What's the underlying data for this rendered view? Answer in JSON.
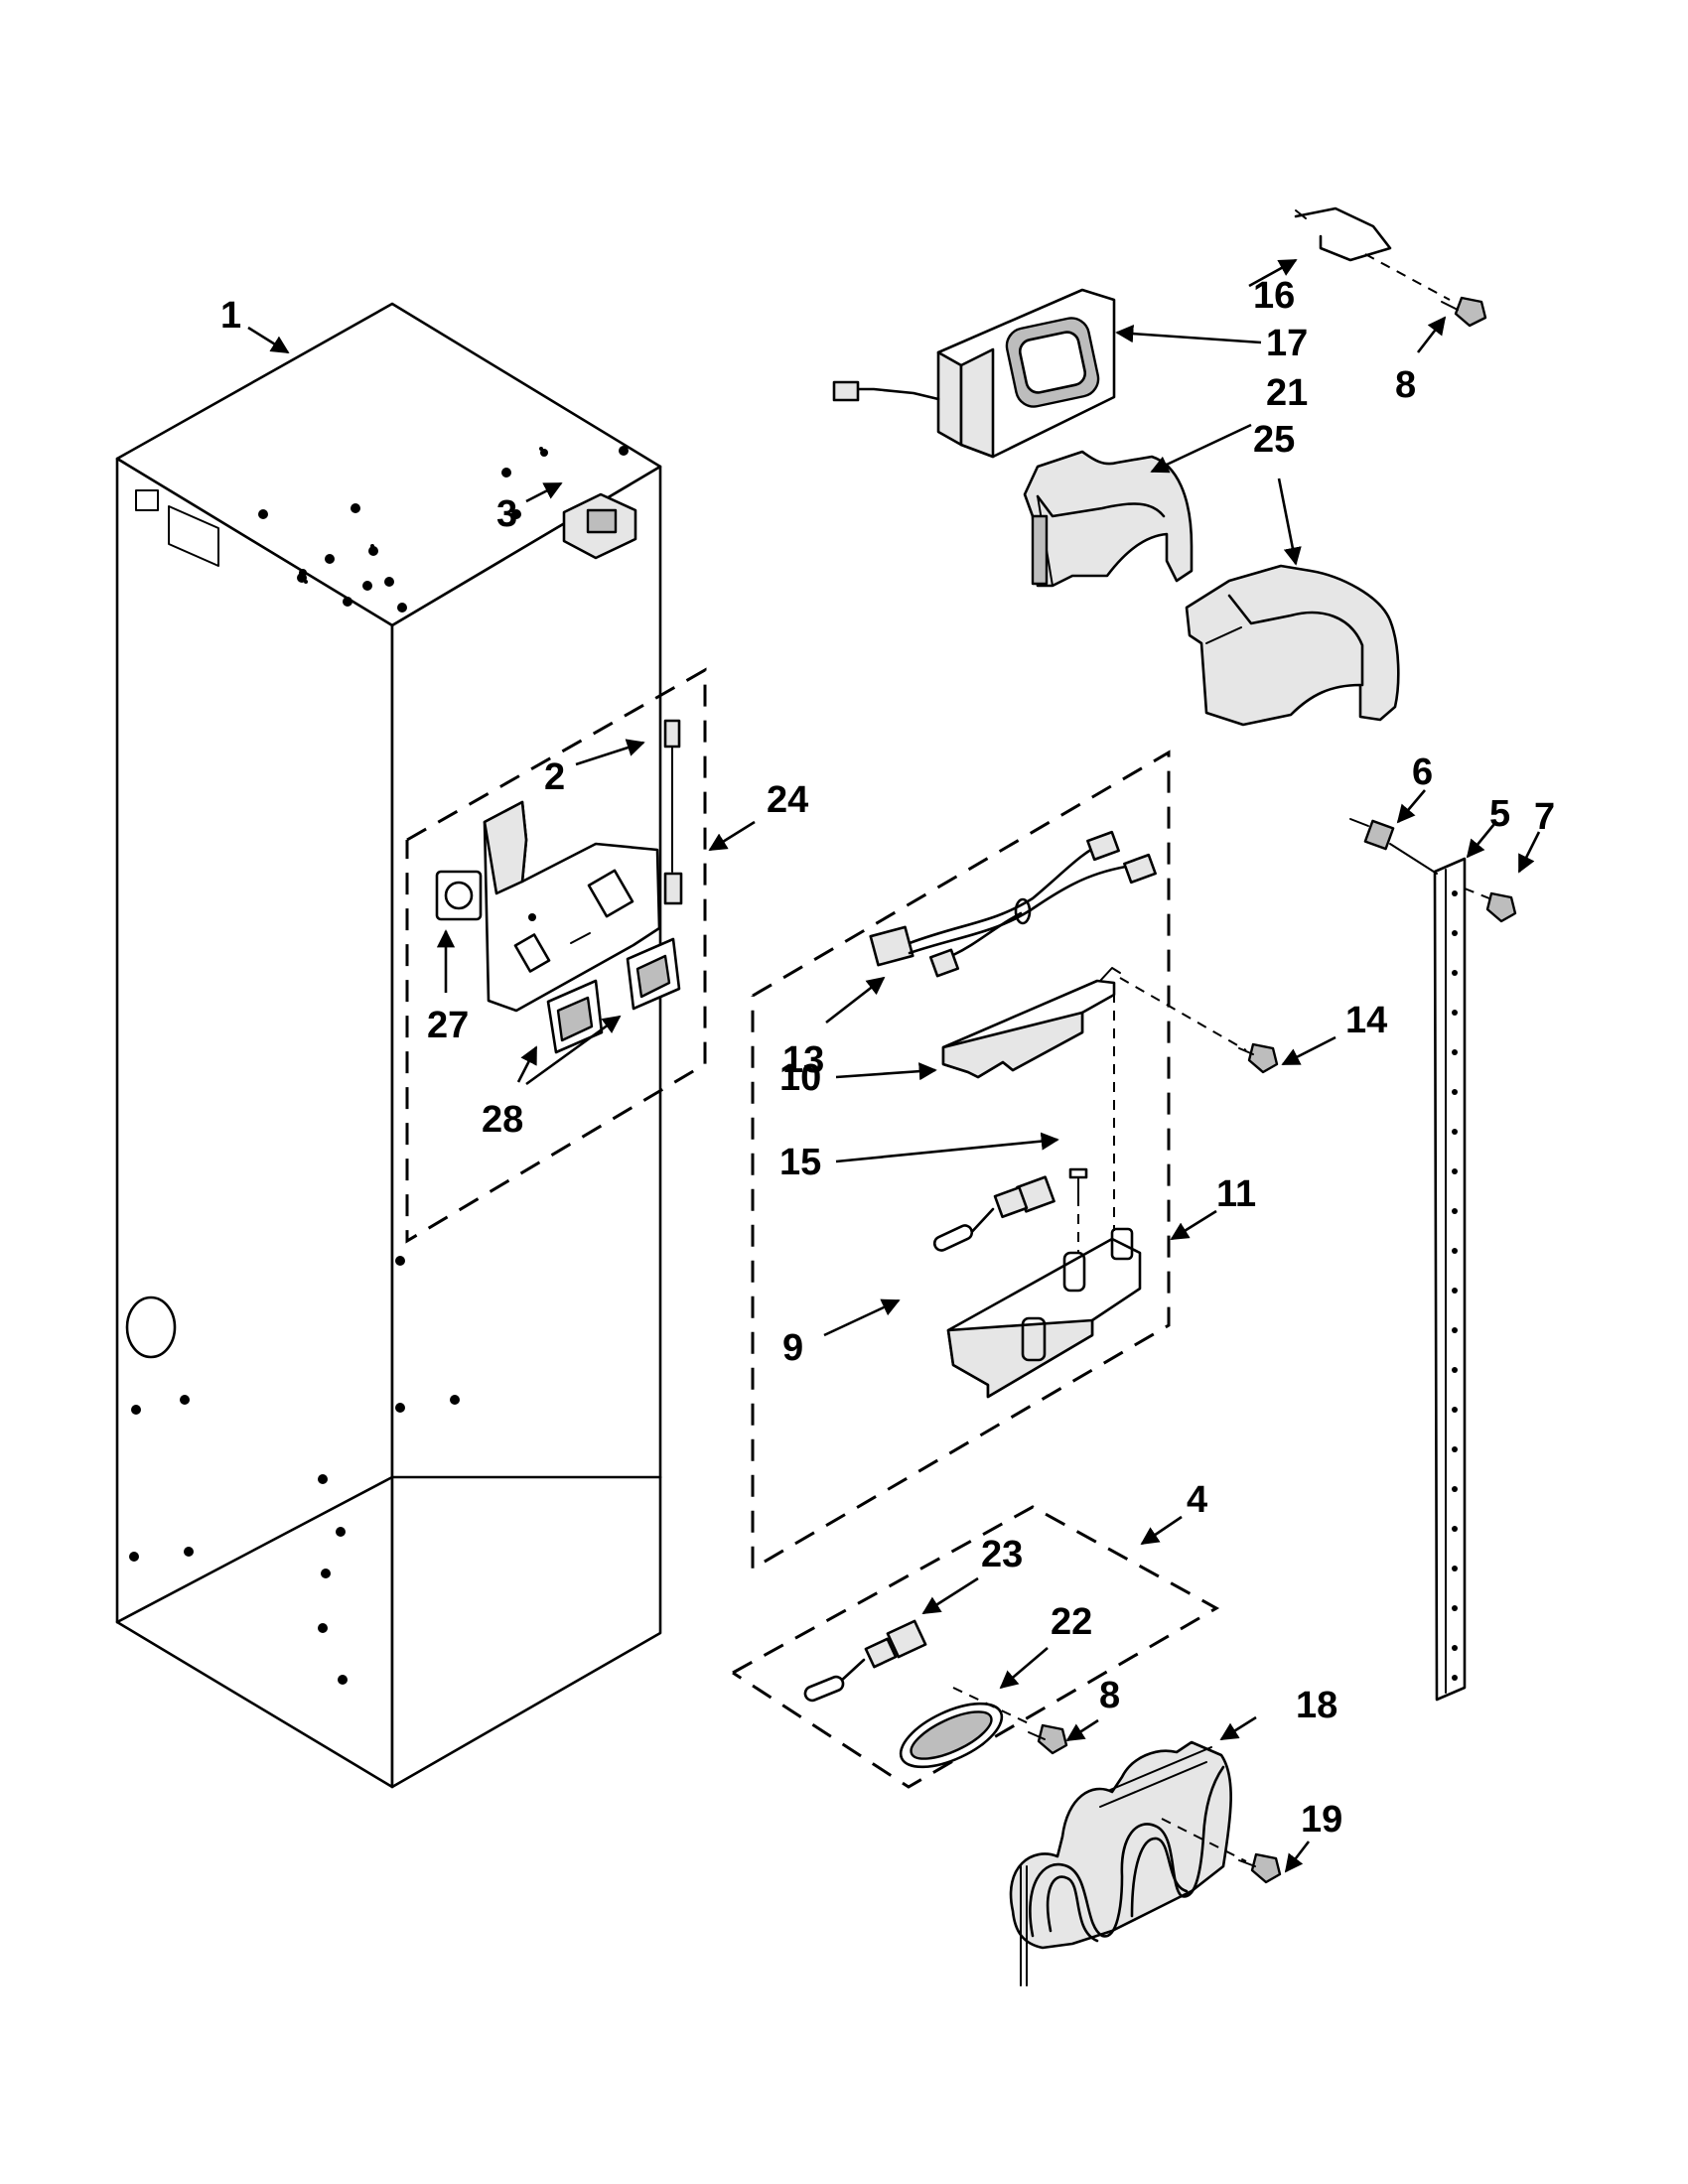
{
  "diagram": {
    "callouts": {
      "p1": "1",
      "p2": "2",
      "p3": "3",
      "p4": "4",
      "p5": "5",
      "p6": "6",
      "p7": "7",
      "p8a": "8",
      "p8b": "8",
      "p9": "9",
      "p10": "10",
      "p11": "11",
      "p13": "13",
      "p14": "14",
      "p15": "15",
      "p16": "16",
      "p17": "17",
      "p18": "18",
      "p19": "19",
      "p21": "21",
      "p22": "22",
      "p23": "23",
      "p24": "24",
      "p25": "25",
      "p27": "27",
      "p28": "28"
    }
  }
}
